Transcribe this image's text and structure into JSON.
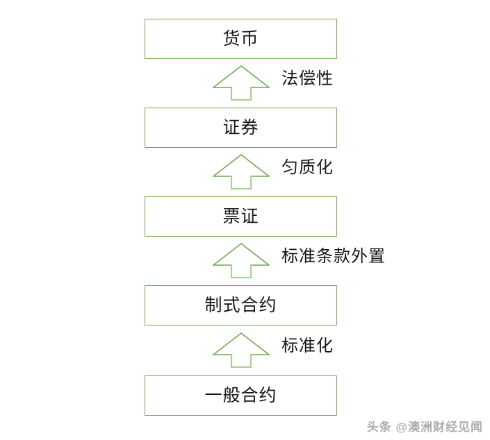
{
  "diagram": {
    "type": "flow-progression-vertical",
    "direction": "bottom-to-top",
    "accent_color": "#6fa84f",
    "text_color": "#161616",
    "background_color": "#ffffff",
    "stages": [
      {
        "id": "stage-money",
        "label": "货币"
      },
      {
        "id": "stage-securities",
        "label": "证券"
      },
      {
        "id": "stage-voucher",
        "label": "票证"
      },
      {
        "id": "stage-standard-contract",
        "label": "制式合约"
      },
      {
        "id": "stage-general-contract",
        "label": "一般合约"
      }
    ],
    "transitions": [
      {
        "id": "transition-legal-tender",
        "label": "法偿性",
        "icon": "up-arrow-icon",
        "from": "证券",
        "to": "货币"
      },
      {
        "id": "transition-homogenization",
        "label": "匀质化",
        "icon": "up-arrow-icon",
        "from": "票证",
        "to": "证券"
      },
      {
        "id": "transition-standard-terms",
        "label": "标准条款外置",
        "icon": "up-arrow-icon",
        "from": "制式合约",
        "to": "票证"
      },
      {
        "id": "transition-standardization",
        "label": "标准化",
        "icon": "up-arrow-icon",
        "from": "一般合约",
        "to": "制式合约"
      }
    ]
  },
  "watermark": {
    "platform": "头条",
    "handle": "@澳洲财经见闻",
    "full_text": "头条 @澳洲财经见闻"
  }
}
